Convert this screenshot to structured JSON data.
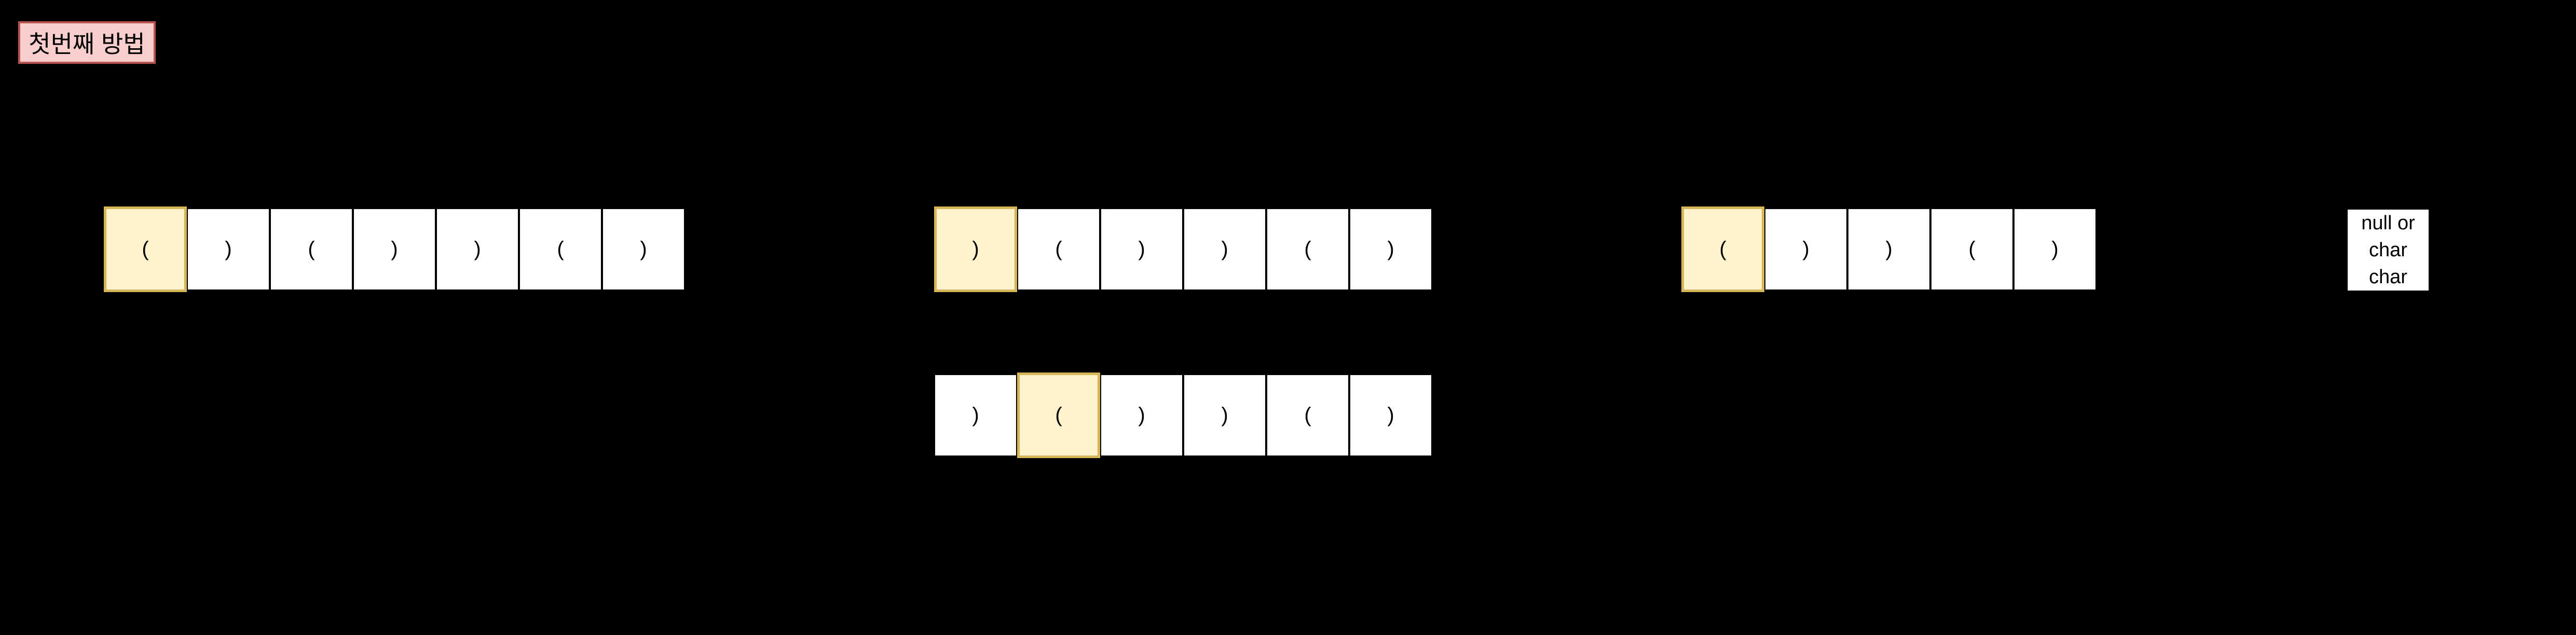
{
  "colors": {
    "background": "#000000",
    "cell_fill": "#ffffff",
    "cell_border": "#000000",
    "cell_text": "#000000",
    "highlight_fill": "#fff2cc",
    "highlight_border": "#d6b656",
    "label_fill": "#f8cecc",
    "label_border": "#b85450",
    "label_text": "#000000",
    "note_fill": "#ffffff",
    "note_text": "#000000"
  },
  "label": {
    "text": "첫번째 방법"
  },
  "rows": [
    {
      "name": "paren-array-1",
      "cells": [
        "(",
        ")",
        "(",
        ")",
        ")",
        "(",
        ")"
      ],
      "highlight_index": 0
    },
    {
      "name": "paren-array-2a",
      "cells": [
        ")",
        "(",
        ")",
        ")",
        "(",
        ")"
      ],
      "highlight_index": 0
    },
    {
      "name": "paren-array-2b",
      "cells": [
        ")",
        "(",
        ")",
        ")",
        "(",
        ")"
      ],
      "highlight_index": 1
    },
    {
      "name": "paren-array-3",
      "cells": [
        "(",
        ")",
        ")",
        "(",
        ")"
      ],
      "highlight_index": 0
    }
  ],
  "note_box": {
    "lines": [
      "null or",
      "char",
      "char"
    ]
  }
}
